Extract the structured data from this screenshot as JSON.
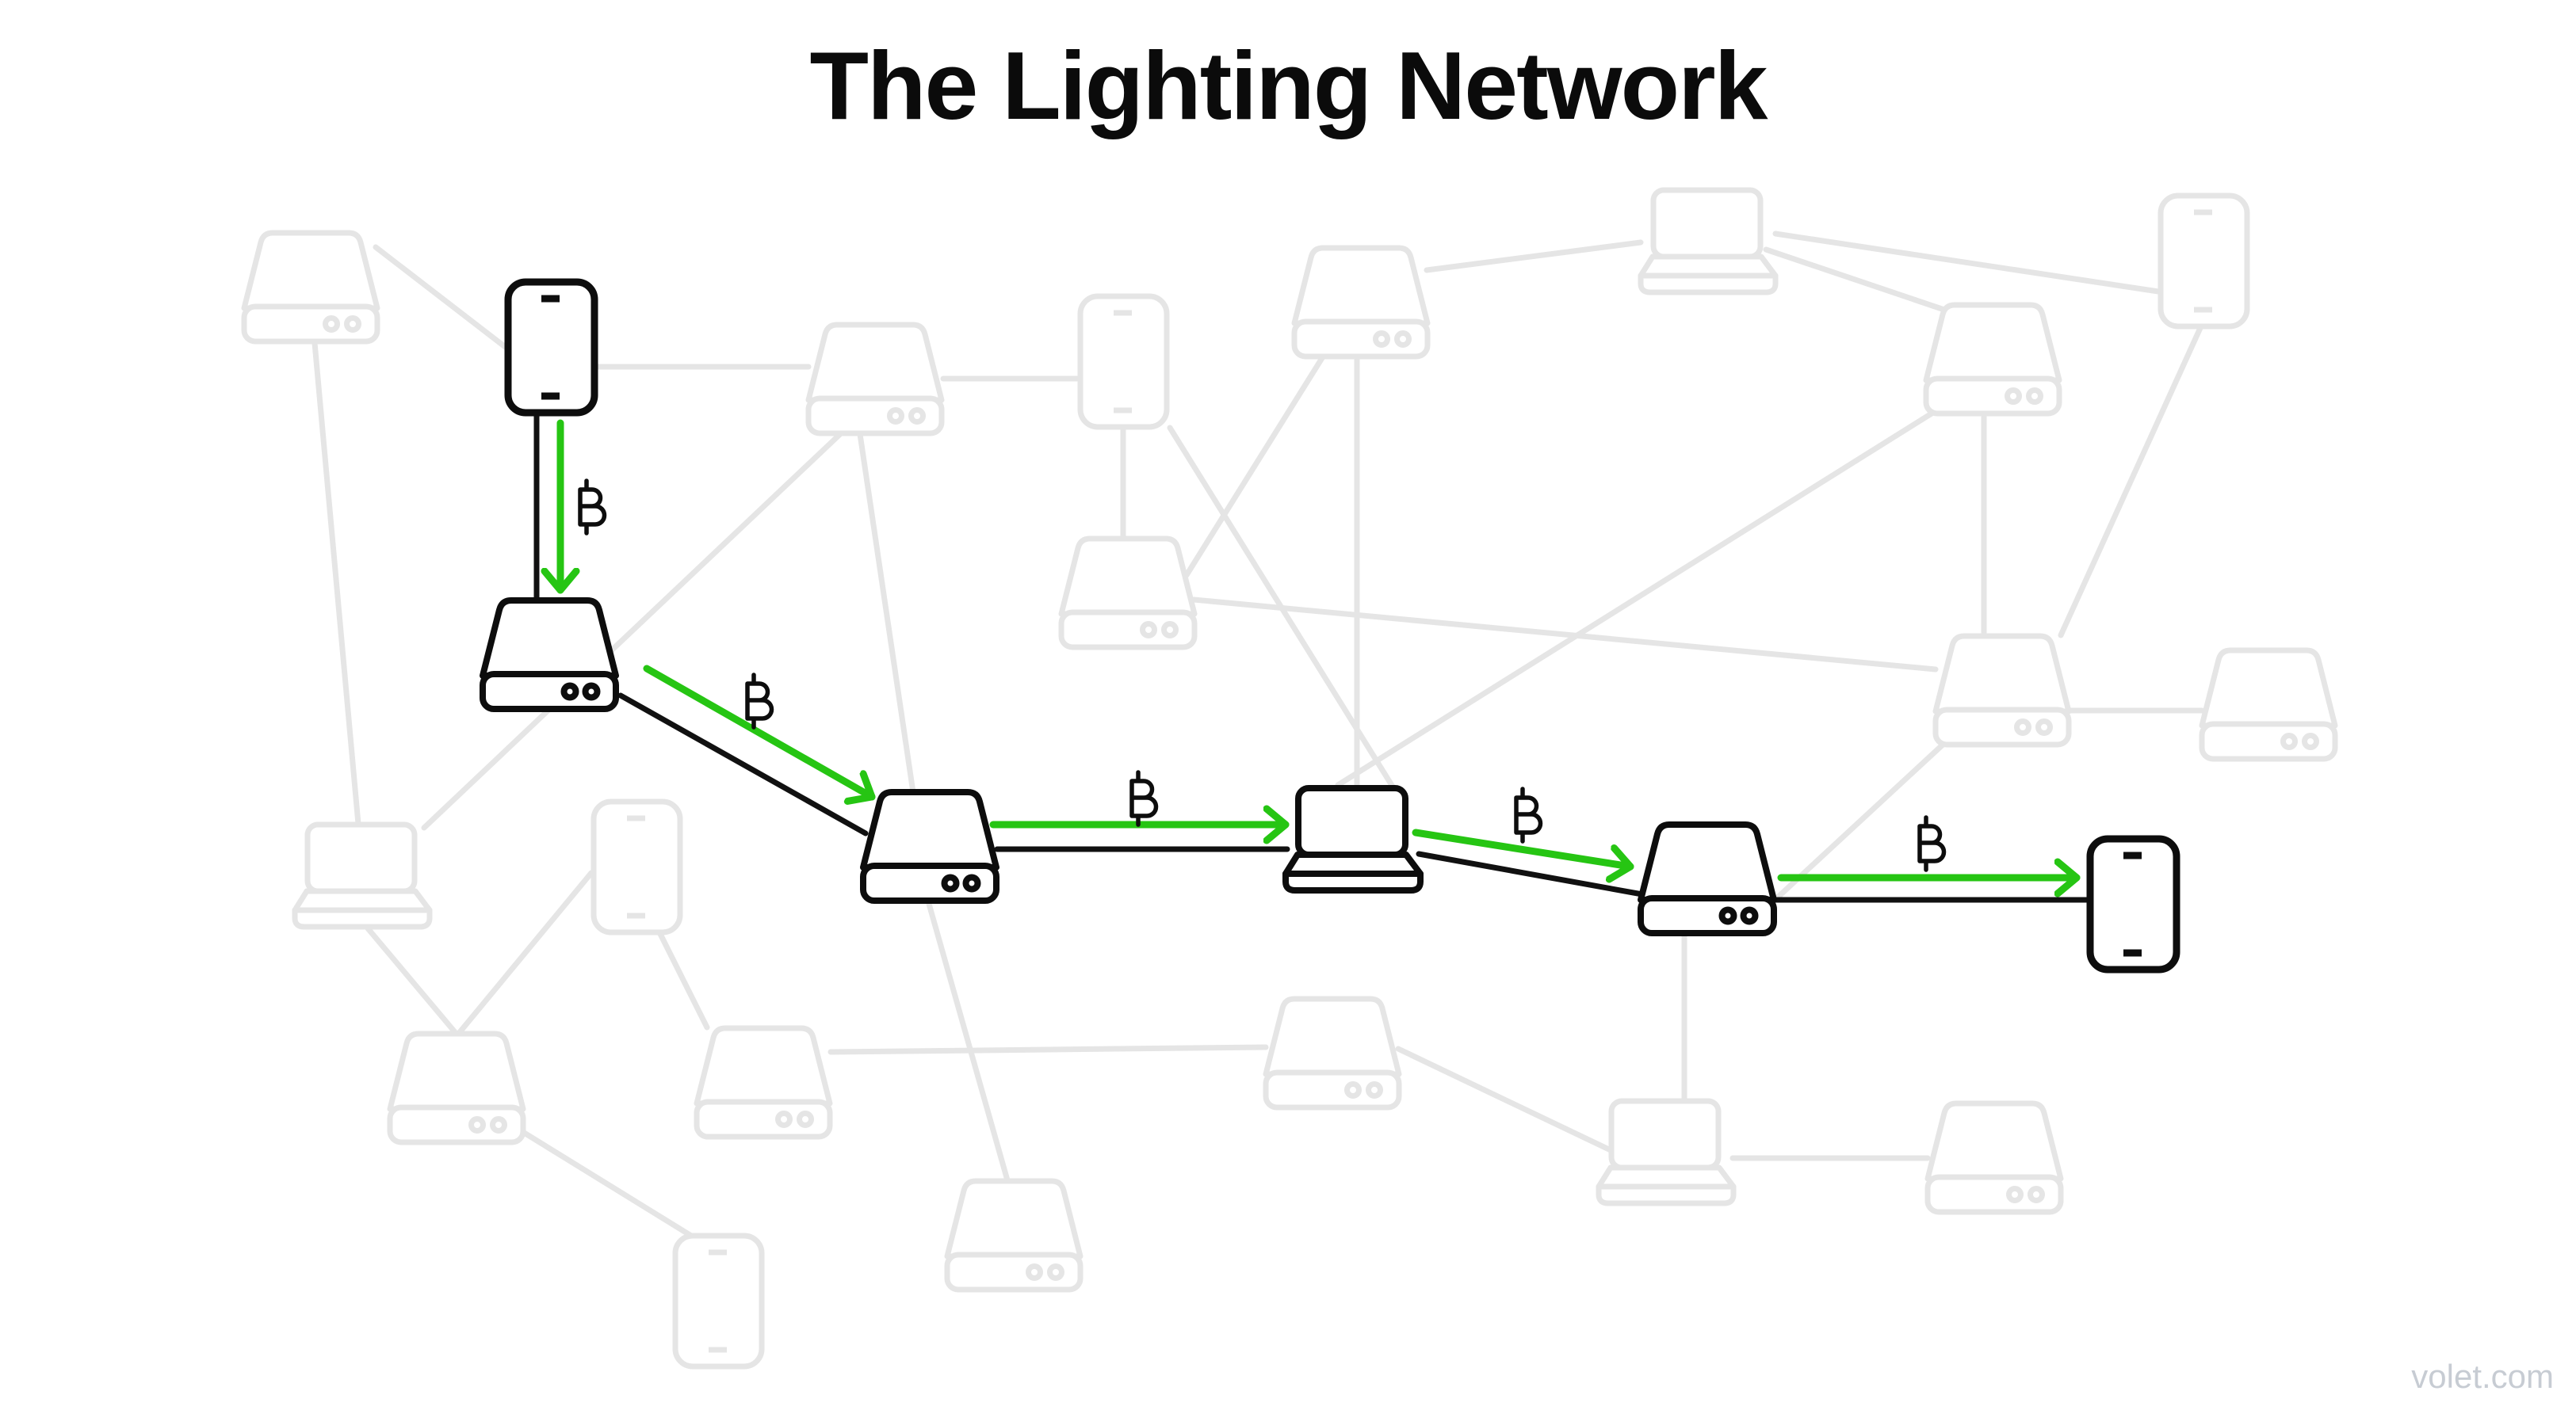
{
  "title": "The Lighting Network",
  "watermark": "volet.com",
  "colors": {
    "background": "#ffffff",
    "ink": "#0d0d0d",
    "accent_green": "#26c513",
    "faded_gray": "#e5e5e5",
    "watermark_gray": "#c7ccd3"
  },
  "payment_path": {
    "currency_symbol": "₿",
    "nodes": [
      {
        "id": "sender-phone",
        "type": "phone",
        "role": "sender"
      },
      {
        "id": "relay-node-1",
        "type": "network-node",
        "role": "relay"
      },
      {
        "id": "relay-node-2",
        "type": "network-node",
        "role": "relay"
      },
      {
        "id": "relay-laptop",
        "type": "laptop",
        "role": "relay"
      },
      {
        "id": "relay-node-3",
        "type": "network-node",
        "role": "relay"
      },
      {
        "id": "receiver-phone",
        "type": "phone",
        "role": "receiver"
      }
    ],
    "hops": [
      {
        "from": "sender-phone",
        "to": "relay-node-1",
        "label": "₿"
      },
      {
        "from": "relay-node-1",
        "to": "relay-node-2",
        "label": "₿"
      },
      {
        "from": "relay-node-2",
        "to": "relay-laptop",
        "label": "₿"
      },
      {
        "from": "relay-laptop",
        "to": "relay-node-3",
        "label": "₿"
      },
      {
        "from": "relay-node-3",
        "to": "receiver-phone",
        "label": "₿"
      }
    ]
  },
  "background_network": {
    "node_count": 19,
    "link_count": 28,
    "nodes": [
      {
        "type": "network-node"
      },
      {
        "type": "network-node"
      },
      {
        "type": "phone"
      },
      {
        "type": "network-node"
      },
      {
        "type": "laptop"
      },
      {
        "type": "phone"
      },
      {
        "type": "network-node"
      },
      {
        "type": "network-node"
      },
      {
        "type": "network-node"
      },
      {
        "type": "network-node"
      },
      {
        "type": "laptop"
      },
      {
        "type": "phone"
      },
      {
        "type": "network-node"
      },
      {
        "type": "network-node"
      },
      {
        "type": "network-node"
      },
      {
        "type": "laptop"
      },
      {
        "type": "network-node"
      },
      {
        "type": "network-node"
      },
      {
        "type": "phone"
      }
    ]
  }
}
